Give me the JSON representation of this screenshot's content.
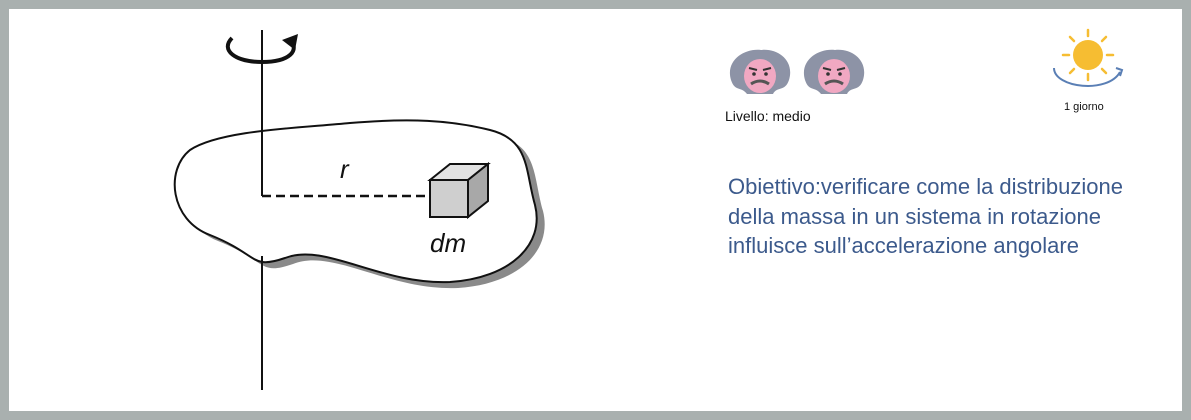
{
  "diagram": {
    "radius_label": "r",
    "mass_label": "dm"
  },
  "level": {
    "text": "Livello: medio",
    "icon_count": 2
  },
  "duration": {
    "text": "1 giorno"
  },
  "objective": {
    "text": "Obiettivo:verificare come la distribuzione della massa in un sistema in rotazione influisce sull’accelerazione angolare"
  },
  "colors": {
    "border": "#a9b0af",
    "objective_text": "#3c5a8c",
    "sun": "#f6bd32",
    "rotation_arrow": "#5a7fb5",
    "avatar_hair": "#8d93a6",
    "avatar_face": "#f1a8c2"
  }
}
